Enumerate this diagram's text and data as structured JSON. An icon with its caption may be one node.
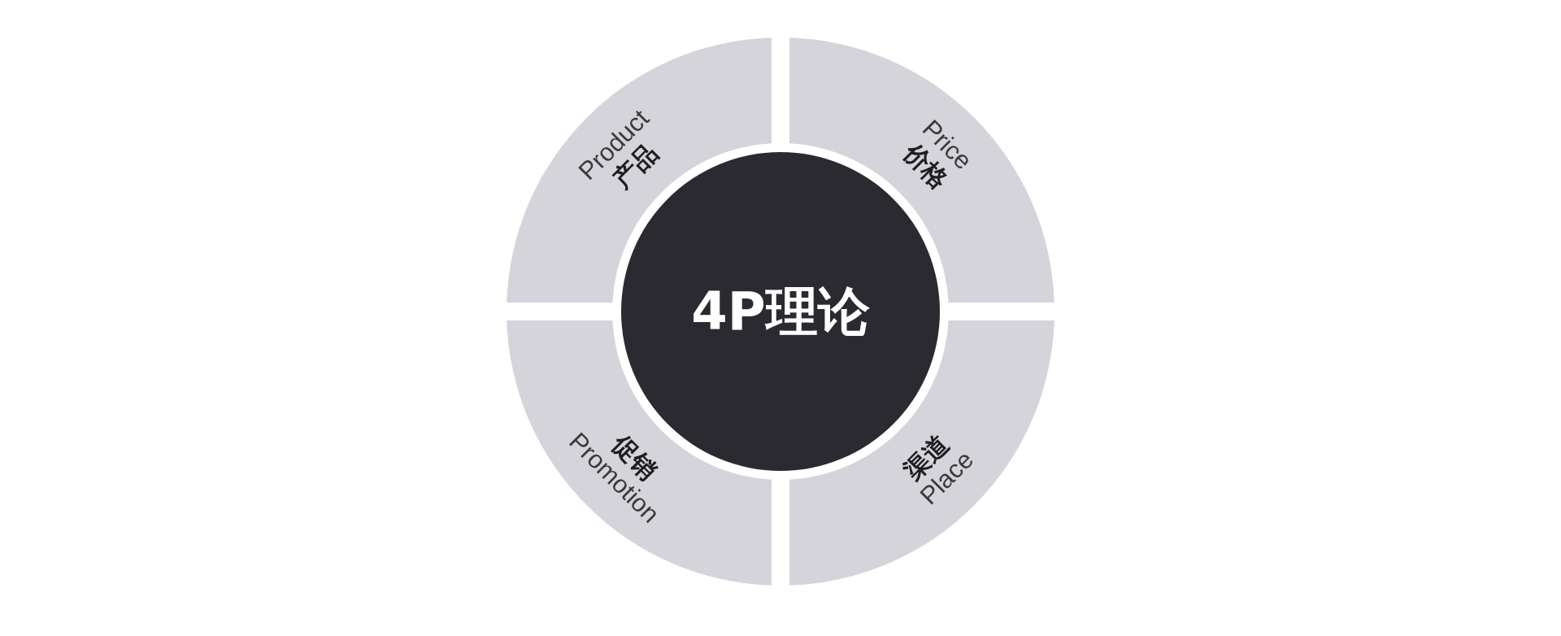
{
  "diagram": {
    "nodes": [
      {
        "text": [
          "4P理论"
        ]
      },
      {
        "text": [
          "Product",
          "产品"
        ]
      },
      {
        "text": [
          "Price",
          "价格"
        ]
      },
      {
        "text": [
          "促销",
          "Promotion"
        ]
      },
      {
        "text": [
          "渠道",
          "Place"
        ]
      }
    ]
  }
}
